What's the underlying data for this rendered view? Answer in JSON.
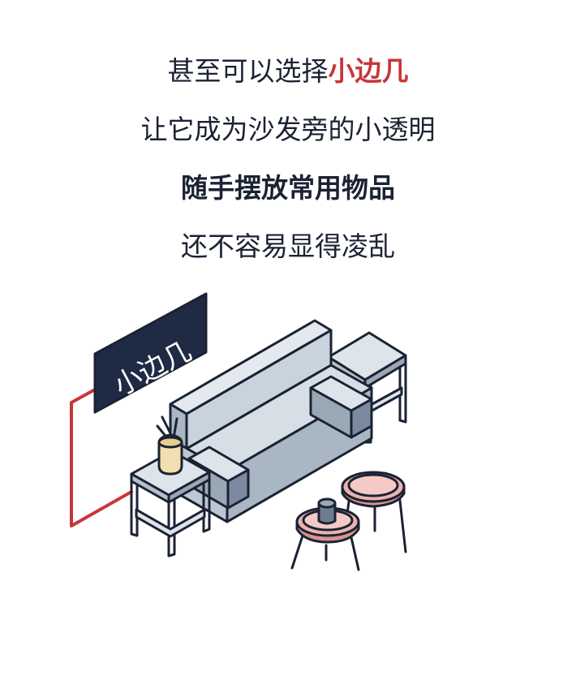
{
  "lines": [
    {
      "prefix": "甚至可以选择",
      "highlight": "小边几"
    },
    {
      "text": "让它成为沙发旁的小透明"
    },
    {
      "text": "随手摆放常用物品"
    },
    {
      "text": "还不容易显得凌乱"
    }
  ],
  "illustration": {
    "label": "小边几"
  },
  "colors": {
    "text": "#1b2233",
    "accent": "#c8363a",
    "sofa": "#c9d3dc",
    "sofa_shadow": "#a9b6c3",
    "label_bg": "#1f2a44",
    "vase": "#f3deb0",
    "stool_top": "#ebb3b0"
  }
}
